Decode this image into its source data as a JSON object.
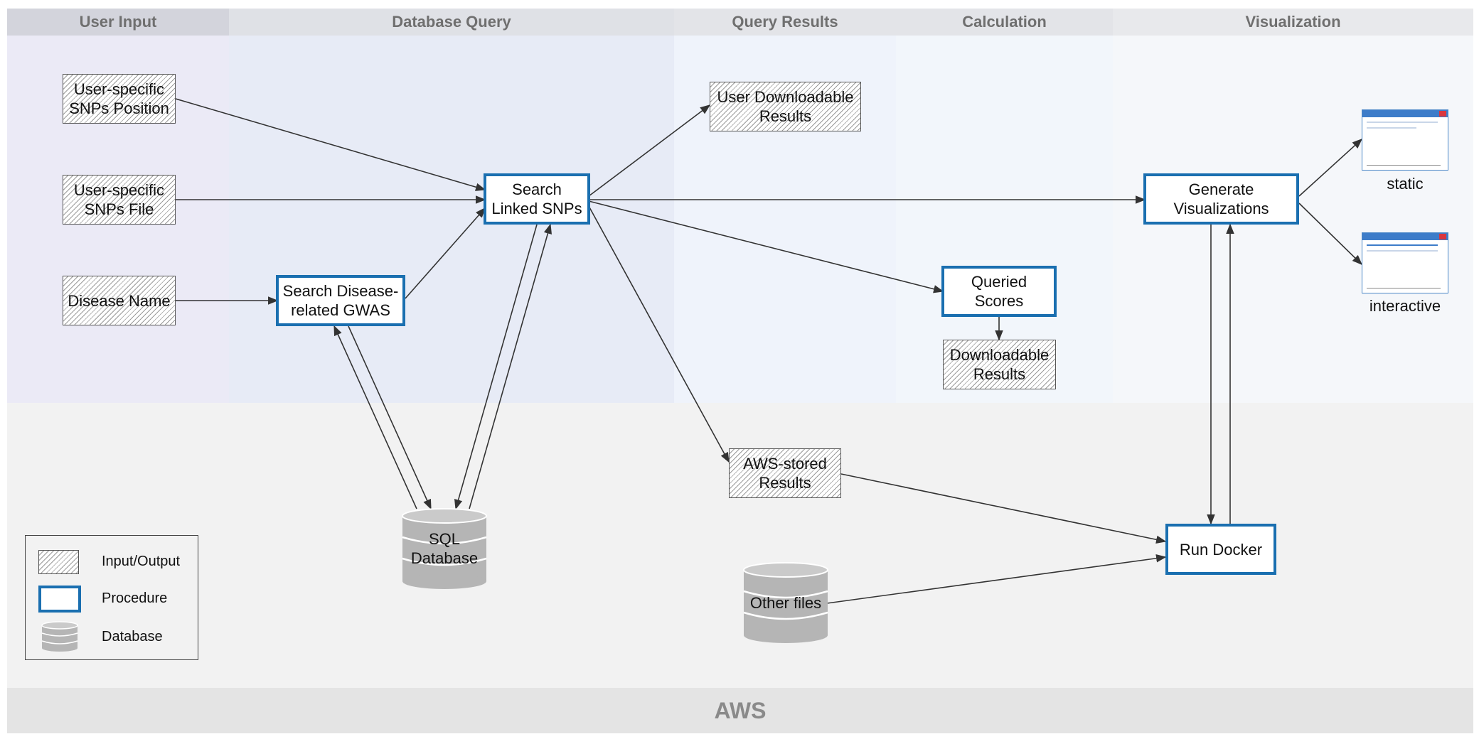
{
  "columns": {
    "user_input": "User Input",
    "database_query": "Database Query",
    "query_results": "Query Results",
    "calculation": "Calculation",
    "visualization": "Visualization"
  },
  "nodes": {
    "snps_position": "User-specific\nSNPs Position",
    "snps_file": "User-specific\nSNPs File",
    "disease_name": "Disease Name",
    "search_gwas": "Search Disease-\nrelated GWAS",
    "search_linked": "Search\nLinked SNPs",
    "user_downloadable": "User Downloadable\nResults",
    "queried_scores": "Queried\nScores",
    "downloadable_results": "Downloadable\nResults",
    "generate_vis": "Generate\nVisualizations",
    "aws_stored": "AWS-stored\nResults",
    "run_docker": "Run Docker",
    "sql_db": "SQL\nDatabase",
    "other_files": "Other files"
  },
  "outputs": {
    "static": "static",
    "interactive": "interactive"
  },
  "legend": {
    "io": "Input/Output",
    "procedure": "Procedure",
    "database": "Database"
  },
  "aws": "AWS",
  "colors": {
    "procedure_border": "#1a6fb0",
    "database_fill": "#b5b5b5",
    "aws_band": "#f2f2f2",
    "header_text": "#6f6f6f"
  }
}
